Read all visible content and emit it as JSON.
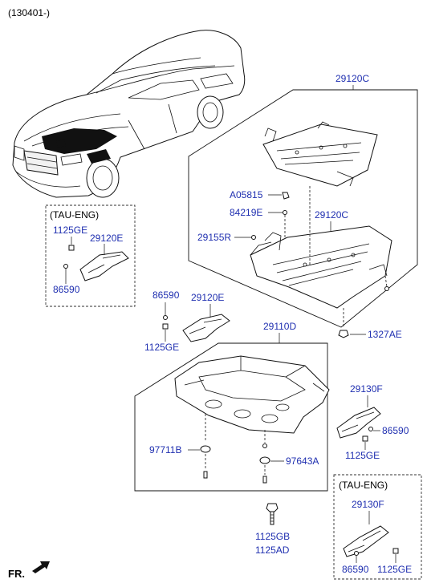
{
  "header": {
    "date_code": "(130401-)"
  },
  "labels": {
    "p29120C_top": "29120C",
    "pA05815": "A05815",
    "p84219E": "84219E",
    "p29120C_mid": "29120C",
    "p29155R": "29155R",
    "p1327AE": "1327AE",
    "tau_eng_1": "(TAU-ENG)",
    "p1125GE_a": "1125GE",
    "p29120E_a": "29120E",
    "p86590_a": "86590",
    "p86590_b": "86590",
    "p29120E_b": "29120E",
    "p1125GE_b": "1125GE",
    "p29110D": "29110D",
    "p97711B": "97711B",
    "p97643A": "97643A",
    "p29130F_a": "29130F",
    "p86590_c": "86590",
    "p1125GE_c": "1125GE",
    "p1125GB": "1125GB",
    "p1125AD": "1125AD",
    "tau_eng_2": "(TAU-ENG)",
    "p29130F_b": "29130F",
    "p86590_d": "86590",
    "p1125GE_d": "1125GE",
    "fr": "FR."
  },
  "colors": {
    "part_number": "#1f2fb0",
    "line": "#111111"
  }
}
